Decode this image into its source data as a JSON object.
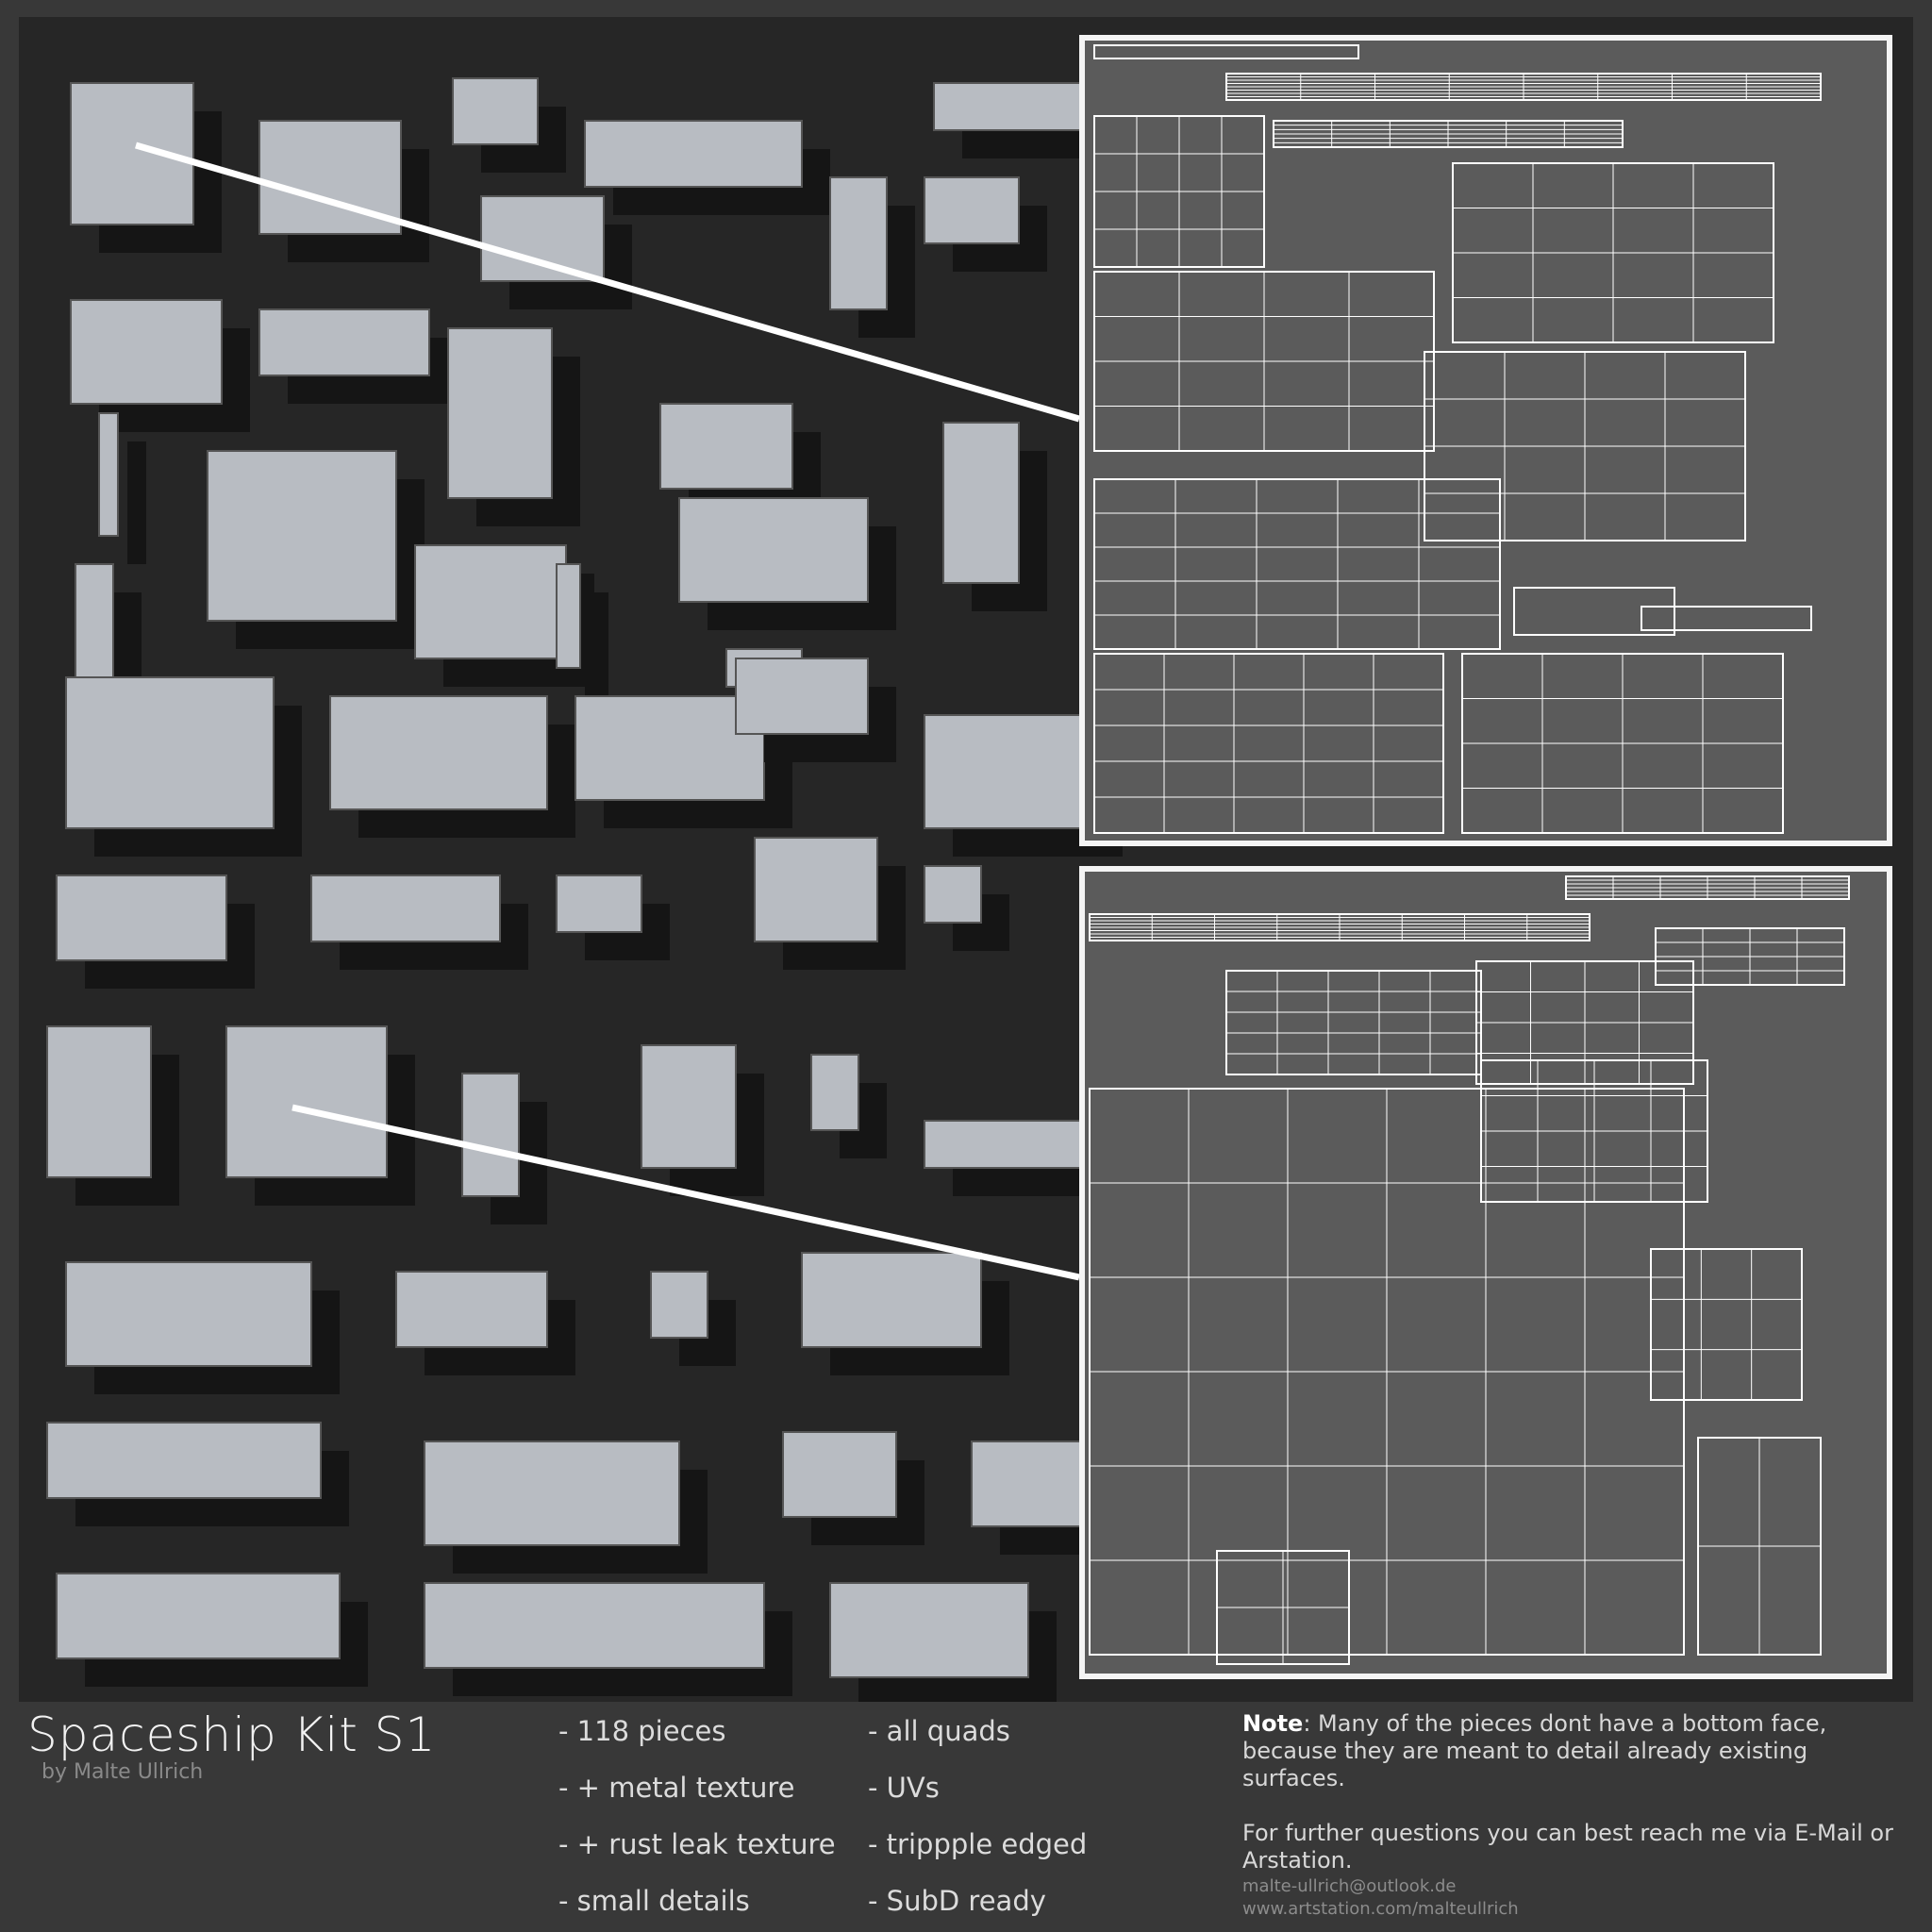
{
  "title": "Spaceship Kit S1",
  "author": "by Malte Ullrich",
  "features_col1": [
    "- 118 pieces",
    "- + metal texture",
    "- + rust leak texture",
    "- small details"
  ],
  "features_col2": [
    "- all quads",
    "- UVs",
    "- trippple edged",
    "- SubD ready"
  ],
  "note": {
    "label": "Note",
    "text": ": Many of the pieces dont have a bottom face, because they are meant to detail already existing surfaces.",
    "contact_text": "For further questions you can best reach me via E-Mail or Arstation.",
    "email": "malte-ullrich@outlook.de",
    "website": "www.artstation.com/malteullrich"
  },
  "colors": {
    "background": "#383838",
    "render_bg": "#262626",
    "uv_bg": "#5b5b5b",
    "wire": "#ffffff",
    "piece": "#b8bcc2"
  }
}
